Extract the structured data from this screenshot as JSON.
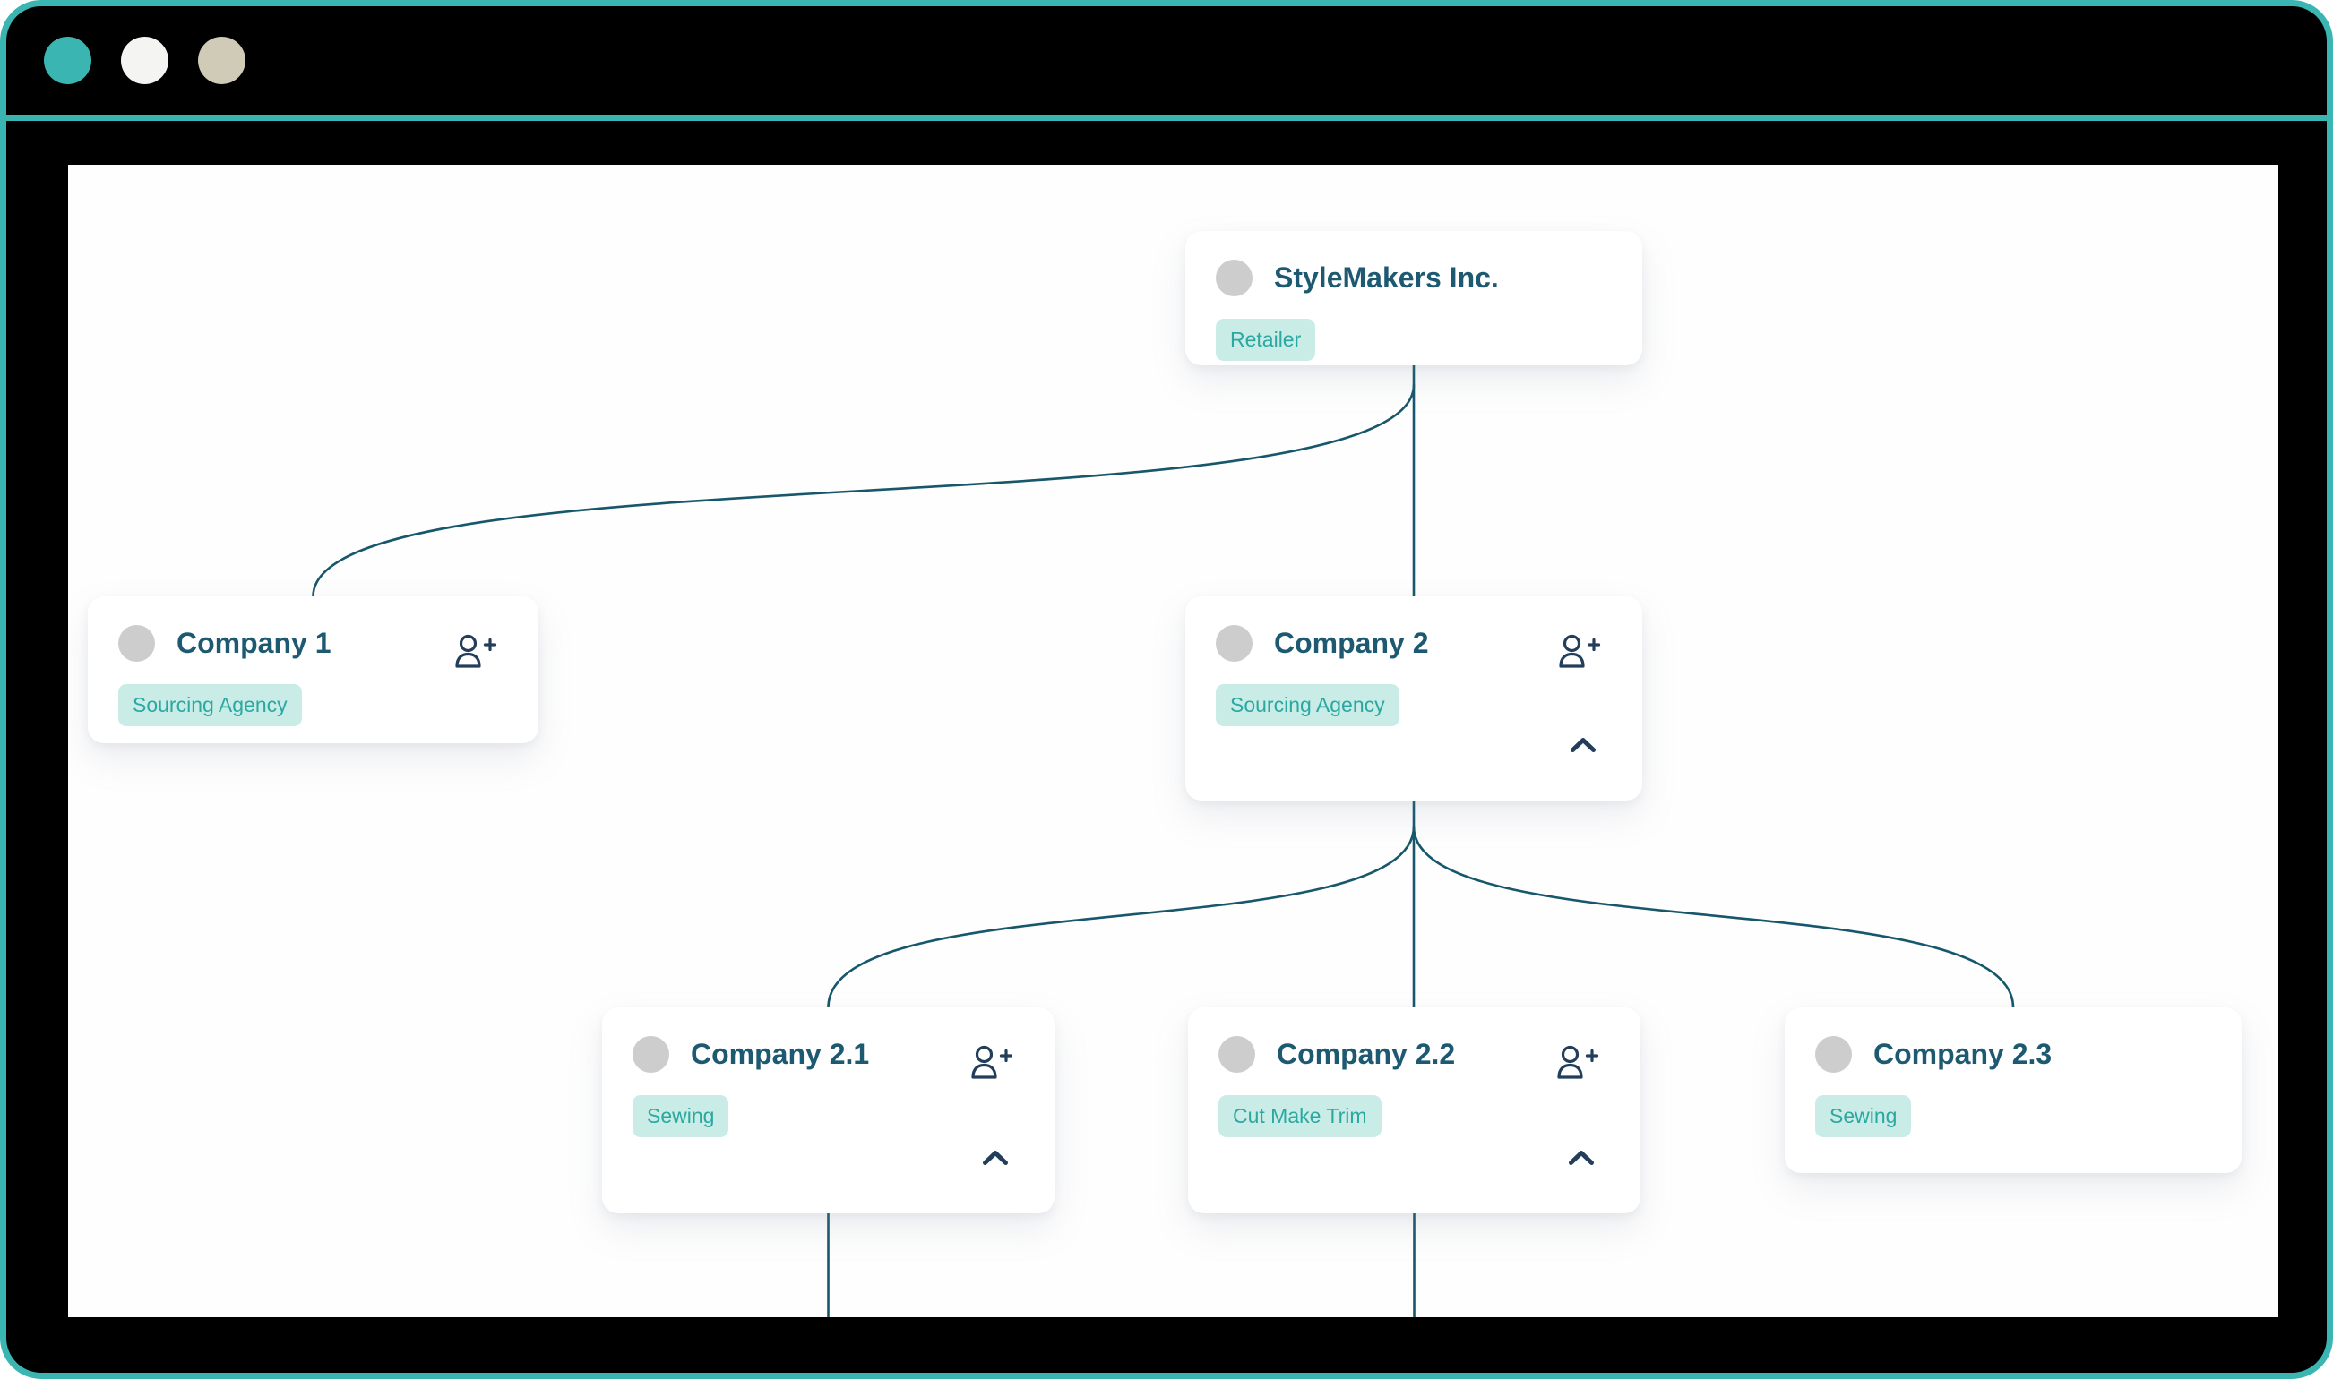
{
  "window": {
    "title_bar": {
      "traffic_lights": [
        {
          "name": "teal-dot",
          "color": "#3BB5B2"
        },
        {
          "name": "white-dot",
          "color": "#F4F4F2"
        },
        {
          "name": "beige-dot",
          "color": "#D0CBB7"
        }
      ]
    },
    "frame_color": "#000000",
    "accent_color": "#3BB5B2"
  },
  "org_chart": {
    "type": "tree-diagram",
    "connector_color": "#17576C",
    "card_title_color": "#1D5970",
    "badge_colors": {
      "background": "#C9ECE7",
      "text": "#2BA8A2"
    },
    "icon_color": "#223E5B",
    "nodes": [
      {
        "name": "StyleMakers Inc.",
        "type": "Retailer",
        "icons": []
      },
      {
        "name": "Company 1",
        "type": "Sourcing Agency",
        "icons": [
          "user-plus-icon"
        ]
      },
      {
        "name": "Company 2",
        "type": "Sourcing Agency",
        "icons": [
          "user-plus-icon",
          "chevron-up-icon"
        ]
      },
      {
        "name": "Company 2.1",
        "type": "Sewing",
        "icons": [
          "user-plus-icon",
          "chevron-up-icon"
        ]
      },
      {
        "name": "Company 2.2",
        "type": "Cut Make Trim",
        "icons": [
          "user-plus-icon",
          "chevron-up-icon"
        ]
      },
      {
        "name": "Company 2.3",
        "type": "Sewing",
        "icons": []
      }
    ],
    "edges": [
      {
        "from": "StyleMakers Inc.",
        "to": "Company 1"
      },
      {
        "from": "StyleMakers Inc.",
        "to": "Company 2"
      },
      {
        "from": "Company 2",
        "to": "Company 2.1"
      },
      {
        "from": "Company 2",
        "to": "Company 2.2"
      },
      {
        "from": "Company 2",
        "to": "Company 2.3"
      }
    ],
    "edges_continuing_offscreen_below": [
      "Company 2.1",
      "Company 2.2"
    ]
  }
}
